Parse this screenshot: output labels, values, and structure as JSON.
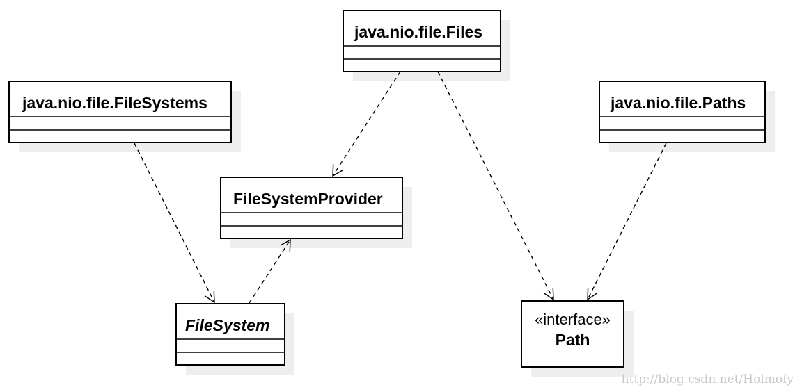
{
  "classes": {
    "files": {
      "name": "java.nio.file.Files"
    },
    "filesystems": {
      "name": "java.nio.file.FileSystems"
    },
    "paths": {
      "name": "java.nio.file.Paths"
    },
    "provider": {
      "name": "FileSystemProvider"
    },
    "filesystem": {
      "name": "FileSystem",
      "abstract": true
    },
    "path": {
      "stereotype": "«interface»",
      "name": "Path"
    }
  },
  "relationships": [
    {
      "type": "dependency",
      "from": "files",
      "to": "provider"
    },
    {
      "type": "dependency",
      "from": "files",
      "to": "path"
    },
    {
      "type": "dependency",
      "from": "filesystems",
      "to": "filesystem"
    },
    {
      "type": "dependency",
      "from": "filesystem",
      "to": "provider"
    },
    {
      "type": "dependency",
      "from": "paths",
      "to": "path"
    }
  ],
  "watermark": "http://blog.csdn.net/Holmofy"
}
